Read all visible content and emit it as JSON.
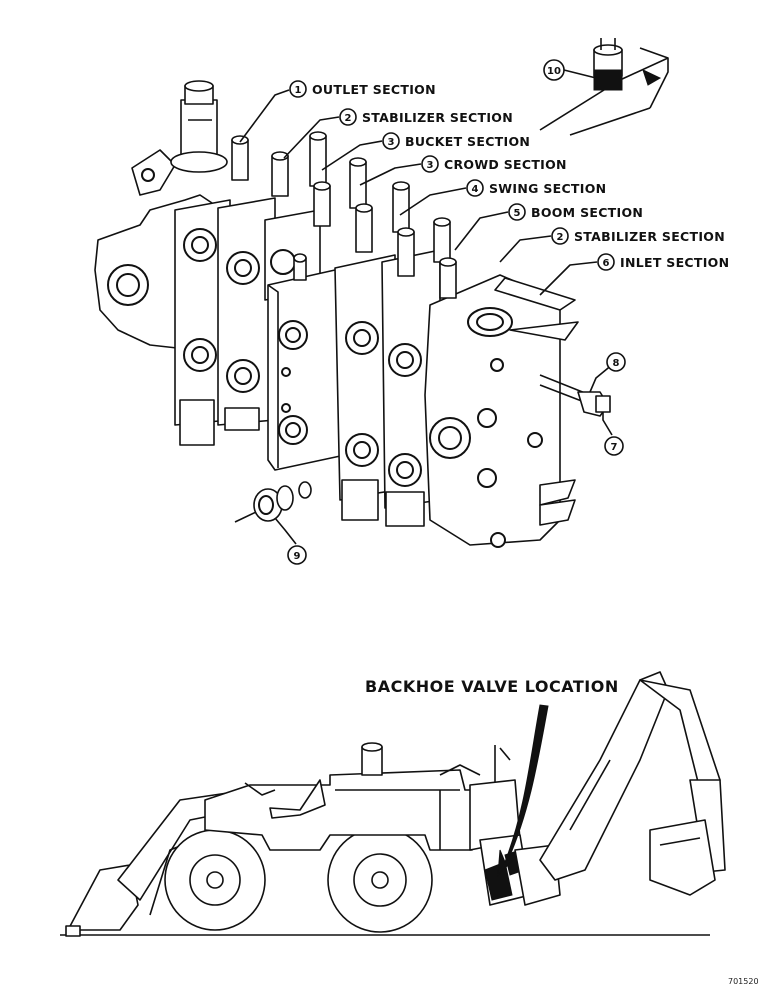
{
  "callouts": [
    {
      "num": "1",
      "label": "OUTLET  SECTION"
    },
    {
      "num": "2",
      "label": "STABILIZER  SECTION"
    },
    {
      "num": "3",
      "label": "BUCKET  SECTION"
    },
    {
      "num": "3",
      "label": "CROWD  SECTION"
    },
    {
      "num": "4",
      "label": "SWING  SECTION"
    },
    {
      "num": "5",
      "label": "BOOM  SECTION"
    },
    {
      "num": "2",
      "label": "STABILIZER  SECTION"
    },
    {
      "num": "6",
      "label": "INLET  SECTION"
    }
  ],
  "part_numbers": {
    "p7": "7",
    "p8": "8",
    "p9": "9",
    "p10": "10"
  },
  "location_label": "BACKHOE  VALVE  LOCATION",
  "figure_id": "701520"
}
